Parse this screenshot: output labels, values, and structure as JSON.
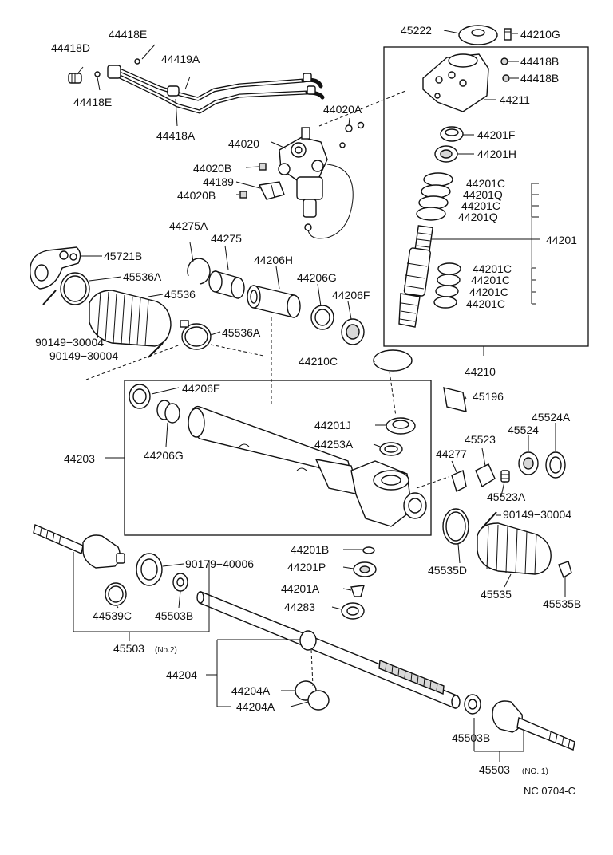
{
  "labels": {
    "p_44418E_top": "44418E",
    "p_44418D": "44418D",
    "p_44419A": "44419A",
    "p_44418E_bot": "44418E",
    "p_44418A": "44418A",
    "p_44020A": "44020A",
    "p_44020": "44020",
    "p_44020B_1": "44020B",
    "p_44189": "44189",
    "p_44020B_2": "44020B",
    "p_45222": "45222",
    "p_44210G": "44210G",
    "p_44418B_1": "44418B",
    "p_44418B_2": "44418B",
    "p_44211": "44211",
    "p_44201F": "44201F",
    "p_44201H": "44201H",
    "p_44201C_1": "44201C",
    "p_44201Q_1": "44201Q",
    "p_44201C_2": "44201C",
    "p_44201Q_2": "44201Q",
    "p_44201": "44201",
    "p_44201C_3": "44201C",
    "p_44201C_4": "44201C",
    "p_44201C_5": "44201C",
    "p_44201C_6": "44201C",
    "p_44275A": "44275A",
    "p_44275": "44275",
    "p_44206H": "44206H",
    "p_44206G_1": "44206G",
    "p_44206F": "44206F",
    "p_45721B": "45721B",
    "p_45536A_1": "45536A",
    "p_45536": "45536",
    "p_45536A_2": "45536A",
    "p_90149_1": "90149−30004",
    "p_90149_2": "90149−30004",
    "p_44210C": "44210C",
    "p_44210": "44210",
    "p_45196": "45196",
    "p_44206E": "44206E",
    "p_44206G_2": "44206G",
    "p_44203": "44203",
    "p_44201J": "44201J",
    "p_44253A": "44253A",
    "p_44277": "44277",
    "p_45523": "45523",
    "p_45524": "45524",
    "p_45524A": "45524A",
    "p_45523A": "45523A",
    "p_90149_3": "90149−30004",
    "p_45535D": "45535D",
    "p_45535": "45535",
    "p_45535B": "45535B",
    "p_90179": "90179−40006",
    "p_44201B": "44201B",
    "p_44201P": "44201P",
    "p_44201A": "44201A",
    "p_44283": "44283",
    "p_44539C": "44539C",
    "p_45503B_1": "45503B",
    "p_45503_no2": "45503",
    "p_no2": "(No.2)",
    "p_44204": "44204",
    "p_44204A_1": "44204A",
    "p_44204A_2": "44204A",
    "p_45503B_2": "45503B",
    "p_45503_no1": "45503",
    "p_no1": "(NO. 1)",
    "drawing_code": "NC 0704-C"
  }
}
